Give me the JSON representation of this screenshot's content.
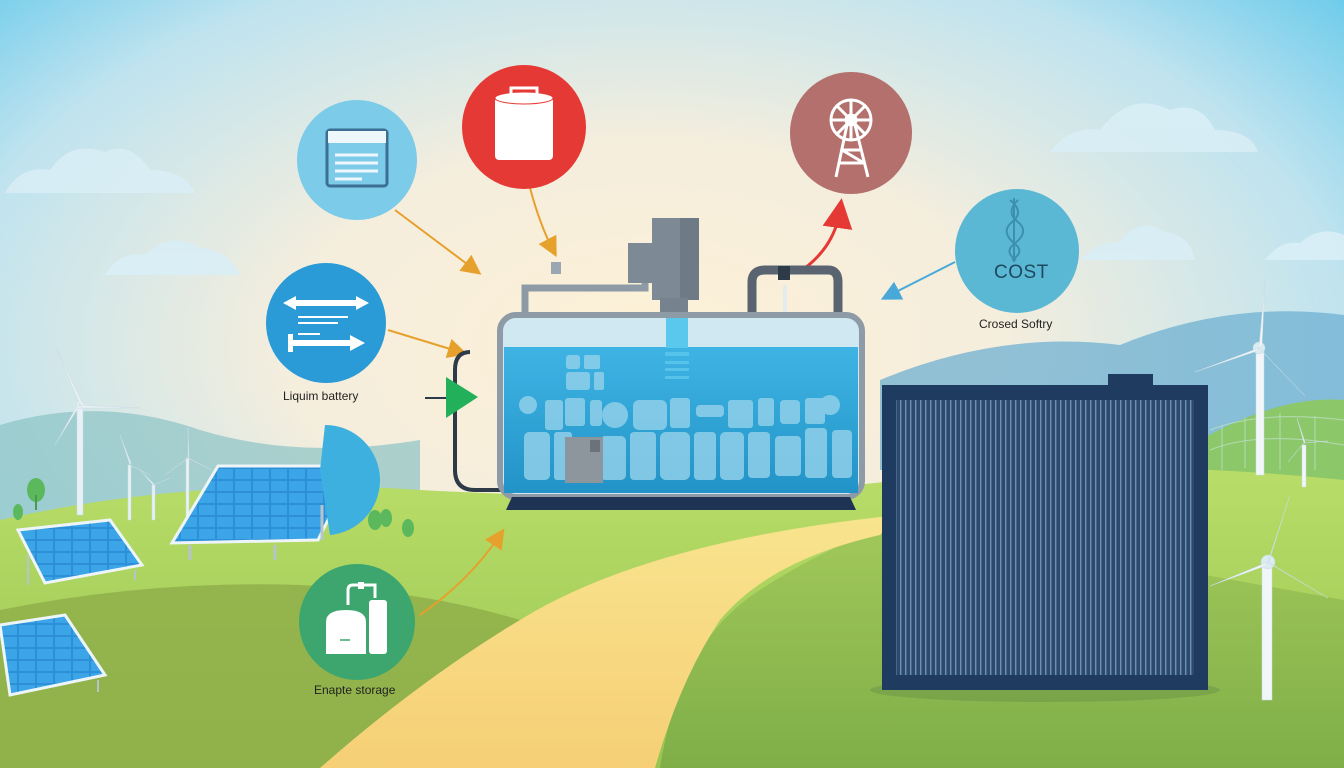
{
  "diagram": {
    "type": "infographic",
    "theme": "liquid battery / renewable energy storage",
    "colors": {
      "sky_top": "#4fc3ea",
      "sky_glow": "#fbe9c8",
      "grass": "#a9d15a",
      "path": "#f7d98a",
      "tank_liquid": "#33a9da",
      "tank_frame": "#8e9ba6",
      "panel_dark": "#1f3b5f",
      "arrow_orange": "#e6a02c",
      "arrow_red": "#e53935",
      "arrow_blue": "#4aa8d8",
      "flow_green": "#22b05a"
    },
    "nodes": [
      {
        "id": "grid-panel",
        "icon": "control-panel-icon",
        "color": "#7ccbe8",
        "label": ""
      },
      {
        "id": "cylinder",
        "icon": "storage-cylinder-icon",
        "color": "#e53935",
        "label": ""
      },
      {
        "id": "tower",
        "icon": "wind-tower-icon",
        "color": "#b3706c",
        "label": ""
      },
      {
        "id": "cost",
        "icon": "dna-helix-icon",
        "color": "#5bb8d4",
        "text": "COST",
        "label": "Crosed Softry"
      },
      {
        "id": "liquid-battery",
        "icon": "double-arrow-icon",
        "color": "#2a9bd6",
        "label": "Liquim battery"
      },
      {
        "id": "solar",
        "icon": "solar-panel-icon",
        "color": "#3eb0e0",
        "label": ""
      },
      {
        "id": "storage",
        "icon": "gas-tanks-icon",
        "color": "#3da66e",
        "label": "Enapte storage"
      }
    ],
    "center": {
      "name": "liquid-battery-tank"
    },
    "right": {
      "name": "battery-module-panel"
    }
  }
}
